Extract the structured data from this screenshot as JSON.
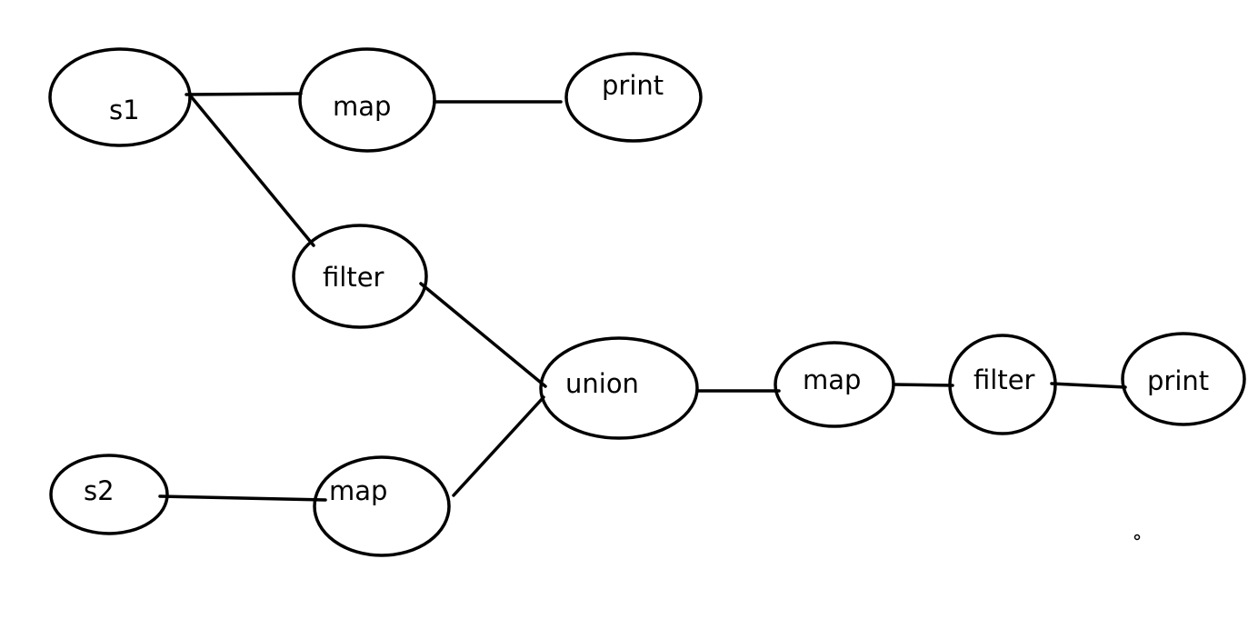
{
  "colors": {
    "background": "#ffffff",
    "stroke": "#000000"
  },
  "nodes": [
    {
      "id": "s1",
      "label": "s1"
    },
    {
      "id": "map1",
      "label": "map"
    },
    {
      "id": "print1",
      "label": "print"
    },
    {
      "id": "filter1",
      "label": "filter"
    },
    {
      "id": "union",
      "label": "union"
    },
    {
      "id": "map3",
      "label": "map"
    },
    {
      "id": "filter2",
      "label": "filter"
    },
    {
      "id": "print2",
      "label": "print"
    },
    {
      "id": "s2",
      "label": "s2"
    },
    {
      "id": "map2",
      "label": "map"
    }
  ],
  "edges": [
    {
      "from": "s1",
      "to": "map1"
    },
    {
      "from": "map1",
      "to": "print1"
    },
    {
      "from": "s1",
      "to": "filter1"
    },
    {
      "from": "filter1",
      "to": "union"
    },
    {
      "from": "s2",
      "to": "map2"
    },
    {
      "from": "map2",
      "to": "union"
    },
    {
      "from": "union",
      "to": "map3"
    },
    {
      "from": "map3",
      "to": "filter2"
    },
    {
      "from": "filter2",
      "to": "print2"
    }
  ]
}
